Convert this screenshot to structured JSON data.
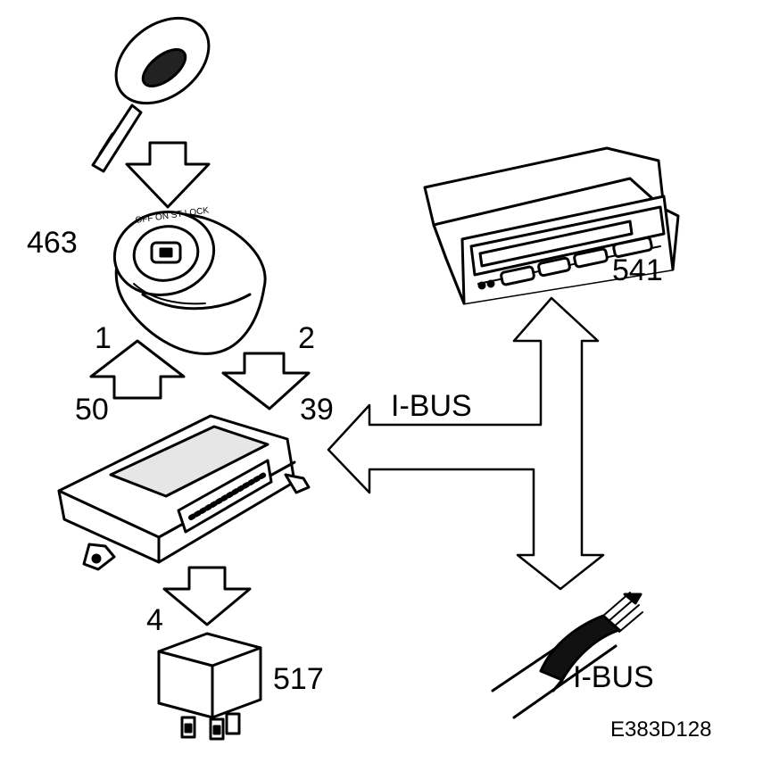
{
  "labels": {
    "ignition_switch": "463",
    "info_display": "541",
    "relay": "517",
    "terminal_1": "1",
    "terminal_2": "2",
    "terminal_50": "50",
    "terminal_39": "39",
    "terminal_4": "4",
    "bus_main": "I-BUS",
    "bus_cable": "I-BUS",
    "figure_ref": "E383D128"
  },
  "key_legend": "OFF ON ST LOCK",
  "colors": {
    "ink": "#000000",
    "paper": "#ffffff",
    "shade": "#d8d8d8"
  }
}
